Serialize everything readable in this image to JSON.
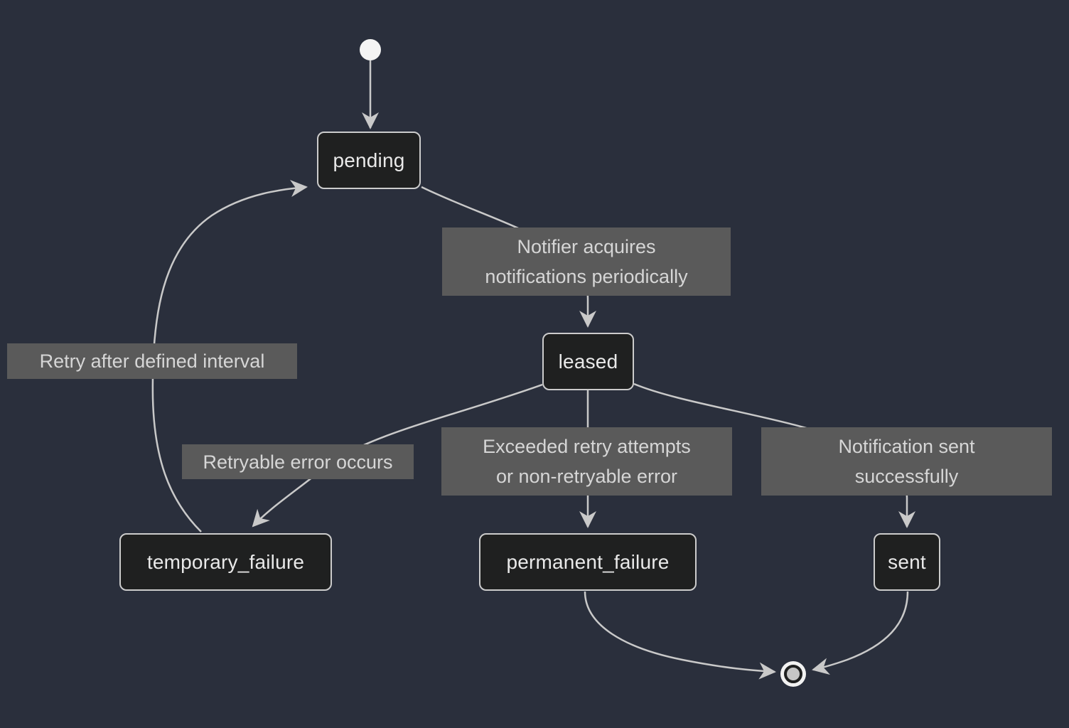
{
  "diagram": {
    "type": "state-machine",
    "states": {
      "pending": {
        "label": "pending"
      },
      "leased": {
        "label": "leased"
      },
      "temporary_failure": {
        "label": "temporary_failure"
      },
      "permanent_failure": {
        "label": "permanent_failure"
      },
      "sent": {
        "label": "sent"
      }
    },
    "edge_labels": {
      "pending_to_leased": {
        "lines": [
          "Notifier acquires",
          "notifications periodically"
        ]
      },
      "temporary_failure_to_pending": {
        "lines": [
          "Retry after defined interval"
        ]
      },
      "leased_to_temporary_failure": {
        "lines": [
          "Retryable error occurs"
        ]
      },
      "leased_to_permanent_failure": {
        "lines": [
          "Exceeded retry attempts",
          "or non-retryable error"
        ]
      },
      "leased_to_sent": {
        "lines": [
          "Notification sent",
          "successfully"
        ]
      }
    },
    "transitions": [
      {
        "from": "[*]",
        "to": "pending",
        "label": ""
      },
      {
        "from": "pending",
        "to": "leased",
        "label": "Notifier acquires notifications periodically"
      },
      {
        "from": "leased",
        "to": "temporary_failure",
        "label": "Retryable error occurs"
      },
      {
        "from": "temporary_failure",
        "to": "pending",
        "label": "Retry after defined interval"
      },
      {
        "from": "leased",
        "to": "permanent_failure",
        "label": "Exceeded retry attempts or non-retryable error"
      },
      {
        "from": "leased",
        "to": "sent",
        "label": "Notification sent successfully"
      },
      {
        "from": "permanent_failure",
        "to": "[*]",
        "label": ""
      },
      {
        "from": "sent",
        "to": "[*]",
        "label": ""
      }
    ],
    "colors": {
      "background": "#2a2f3c",
      "state_fill": "#1f2020",
      "state_border": "#cccccc",
      "state_text": "#e9e9e9",
      "edge_label_bg": "#5a5a5a",
      "edge_label_text": "#d6d6d6",
      "edge_line": "#c9c9c9",
      "start_marker": "#f4f4f4",
      "final_ring": "#f2f2f2",
      "final_core": "#c6c6c6"
    }
  }
}
